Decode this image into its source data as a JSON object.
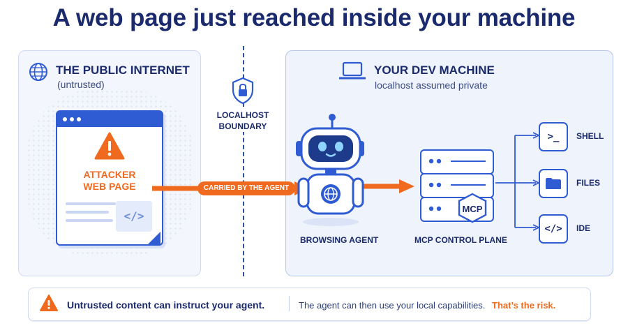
{
  "title": "A web page just reached inside your machine",
  "public_internet": {
    "heading": "THE PUBLIC INTERNET",
    "subheading": "(untrusted)",
    "icon": "globe-icon",
    "attacker_page": {
      "line1": "ATTACKER",
      "line2": "WEB PAGE",
      "warning_icon": "warning-triangle-icon",
      "code_icon": "</>"
    }
  },
  "boundary": {
    "line1": "LOCALHOST",
    "line2": "BOUNDARY",
    "icon": "shield-lock-icon"
  },
  "flow": {
    "carried_label": "CARRIED BY THE AGENT"
  },
  "dev_machine": {
    "heading": "YOUR DEV MACHINE",
    "subheading": "localhost assumed private",
    "icon": "laptop-icon",
    "agent_label": "BROWSING AGENT",
    "control_plane_label": "MCP CONTROL PLANE",
    "mcp_badge": "MCP",
    "capabilities": [
      {
        "label": "SHELL",
        "glyph": ">_",
        "icon": "terminal-icon"
      },
      {
        "label": "FILES",
        "glyph": "",
        "icon": "folder-icon"
      },
      {
        "label": "IDE",
        "glyph": "</>",
        "icon": "code-icon"
      }
    ]
  },
  "footer": {
    "warning": "Untrusted content can instruct your agent.",
    "detail": "The agent can then use your local capabilities.",
    "risk": "That’s the risk."
  },
  "colors": {
    "navy": "#1a2a6c",
    "blue": "#2f5bd3",
    "orange": "#ef6a1f",
    "panel": "#eef3fc"
  }
}
